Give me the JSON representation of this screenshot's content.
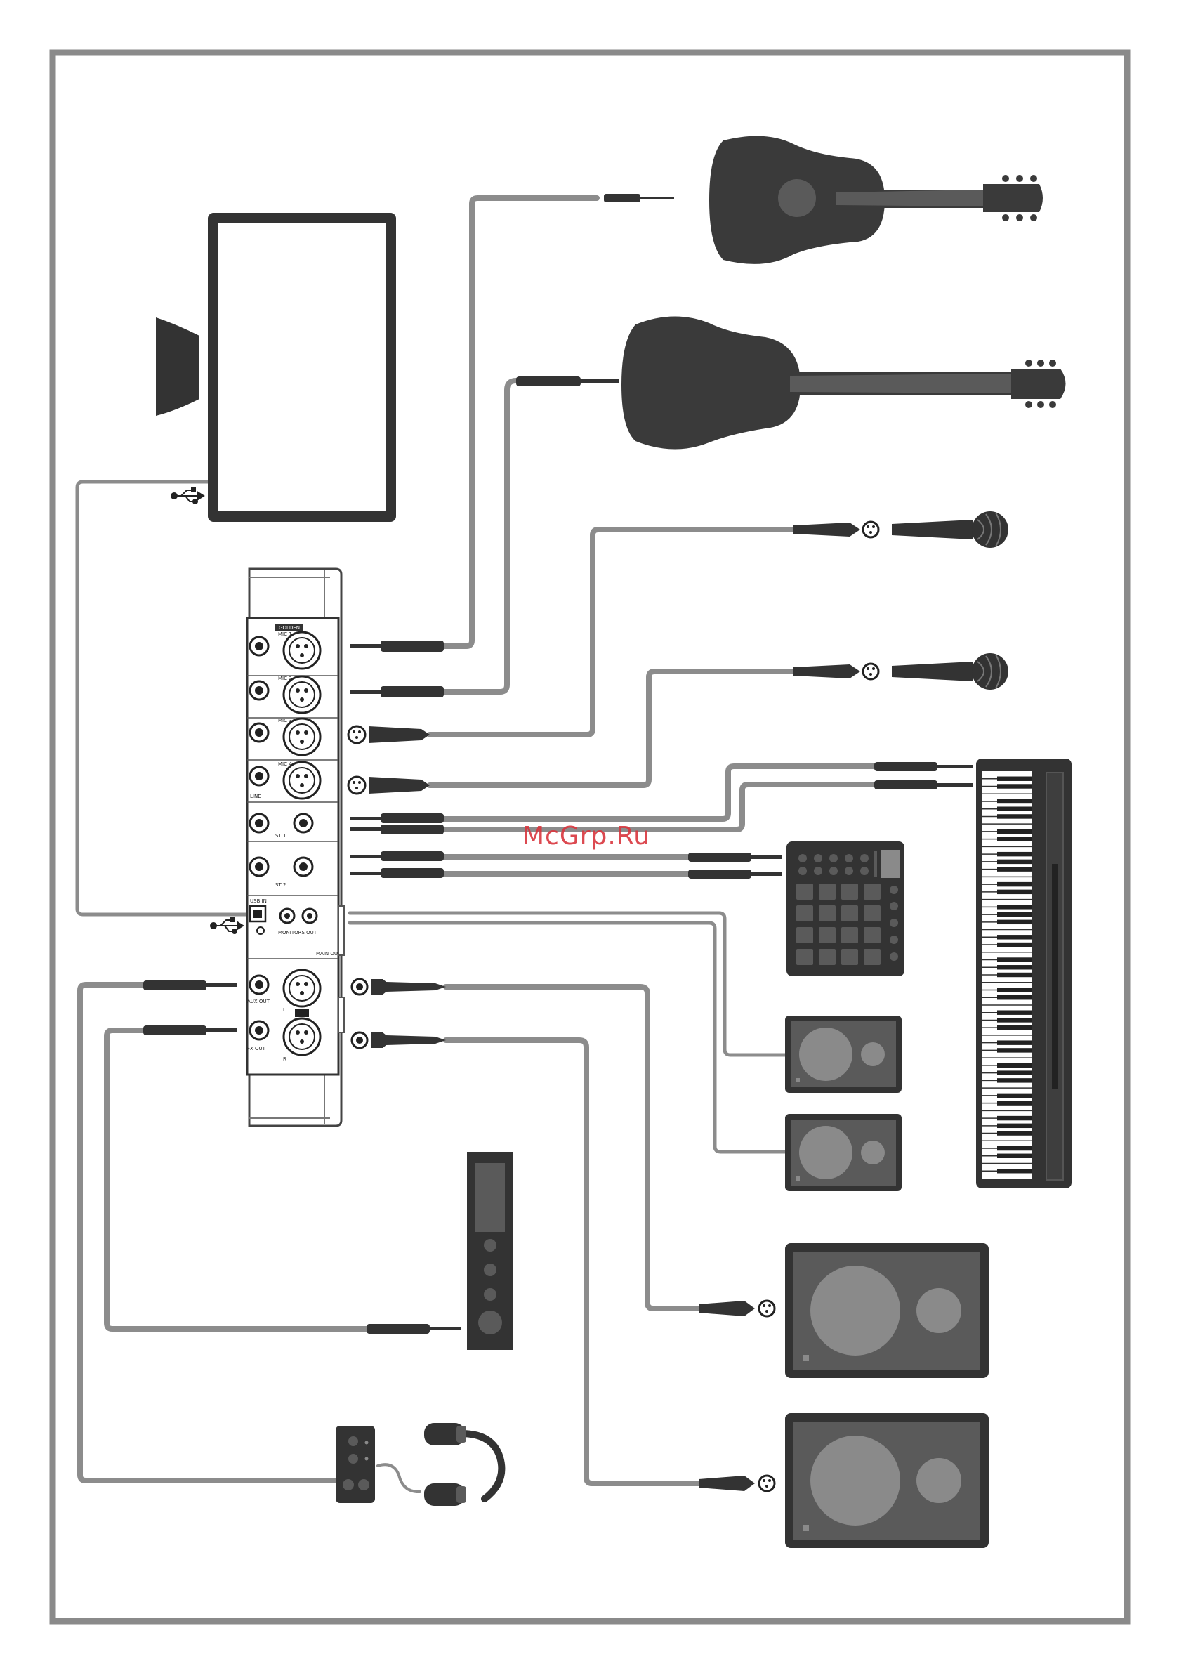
{
  "watermark": "McGrp.Ru",
  "mixer_labels": {
    "brand": "GOLDEN",
    "mic1": "MIC 1",
    "mic2": "MIC 2",
    "mic3": "MIC 3",
    "mic4": "MIC 4",
    "line": "LINE",
    "st1": "ST 1",
    "st2": "ST 2",
    "usb": "USB IN",
    "monitors_out": "MONITORS OUT",
    "main_out": "MAIN OUT",
    "aux_out": "AUX OUT",
    "fx_out": "FX OUT",
    "l": "L",
    "r": "R"
  },
  "colors": {
    "frame": "#8a8a8a",
    "cable": "#8c8c8c",
    "device": "#333333",
    "device_mid": "#5a5a5a",
    "accent": "#d9363e"
  }
}
